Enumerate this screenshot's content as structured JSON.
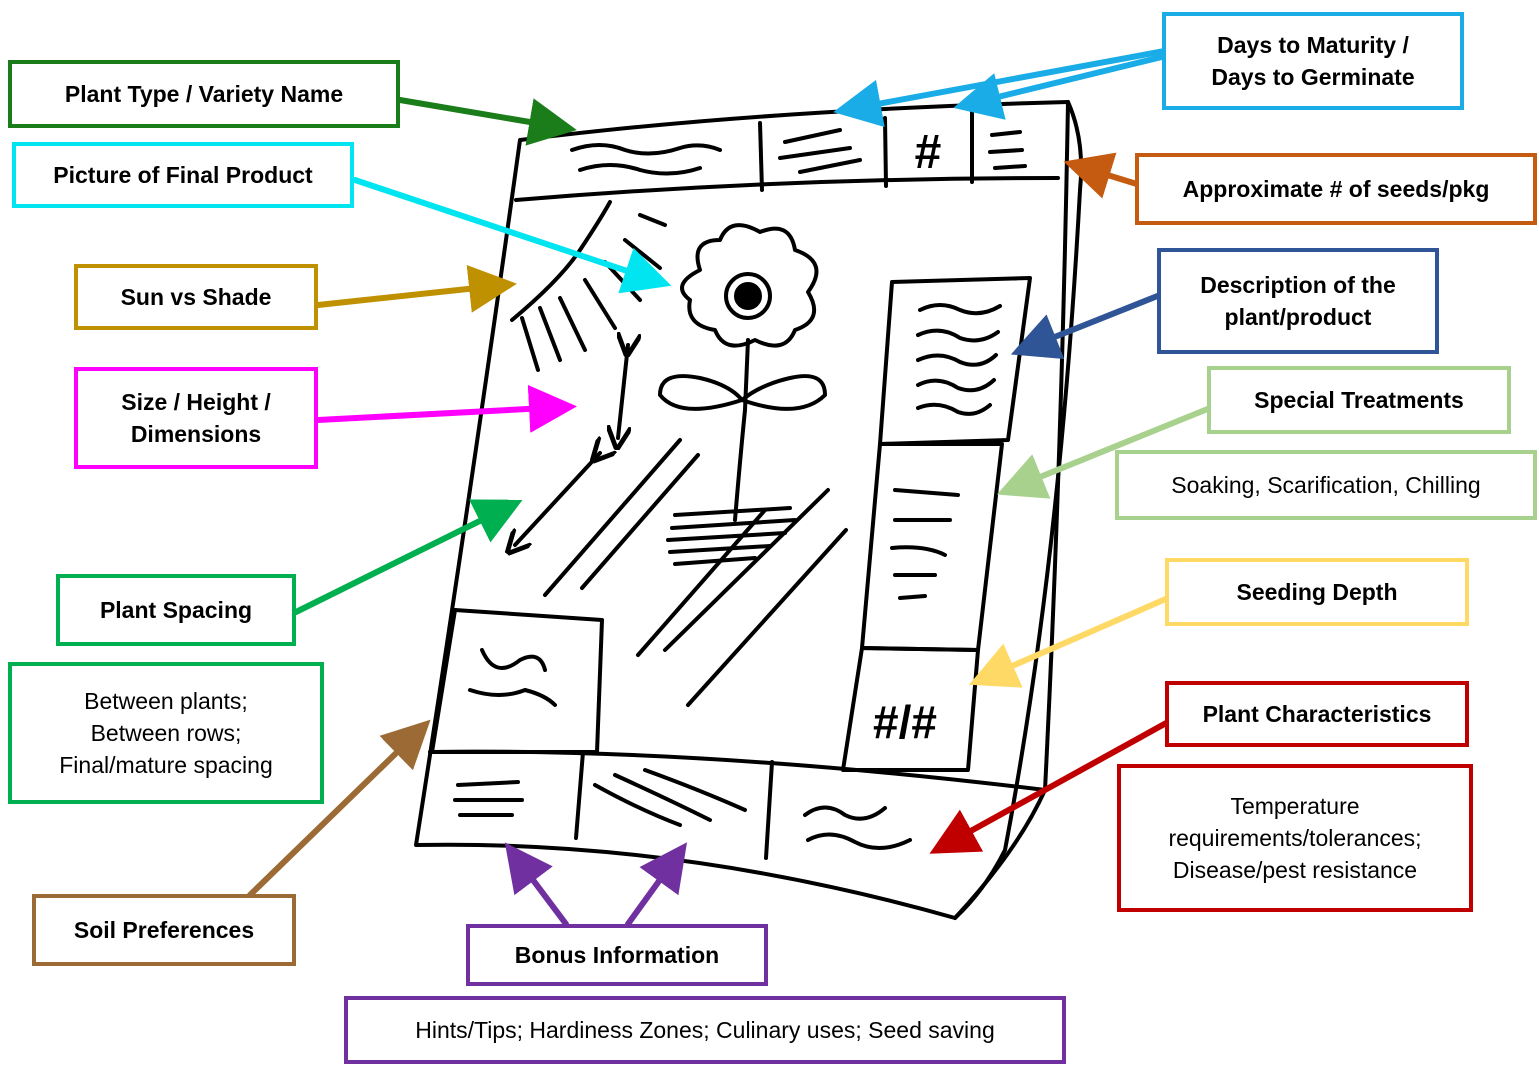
{
  "colors": {
    "plant_type": "#1a7d1a",
    "maturity": "#19ace6",
    "seeds": "#c55a11",
    "picture": "#00e5f0",
    "sun": "#bf9000",
    "description": "#2f5597",
    "size": "#ff00ff",
    "treatments": "#a9d18e",
    "spacing": "#00b050",
    "depth": "#ffd966",
    "characteristics": "#c00000",
    "soil": "#9c6b35",
    "bonus": "#7030a0"
  },
  "labels": {
    "plant_type": "Plant Type / Variety Name",
    "maturity_line1": "Days to Maturity /",
    "maturity_line2": "Days to Germinate",
    "seeds": "Approximate # of seeds/pkg",
    "picture": "Picture of Final Product",
    "sun": "Sun vs Shade",
    "description_line1": "Description of the",
    "description_line2": "plant/product",
    "size_line1": "Size / Height /",
    "size_line2": "Dimensions",
    "treatments": "Special Treatments",
    "spacing": "Plant Spacing",
    "depth": "Seeding Depth",
    "characteristics": "Plant Characteristics",
    "soil": "Soil Preferences",
    "bonus": "Bonus Information"
  },
  "details": {
    "treatments": "Soaking, Scarification, Chilling",
    "spacing_line1": "Between plants;",
    "spacing_line2": "Between rows;",
    "spacing_line3": "Final/mature spacing",
    "characteristics_line1": "Temperature",
    "characteristics_line2": "requirements/tolerances;",
    "characteristics_line3": "Disease/pest resistance",
    "bonus": "Hints/Tips; Hardiness Zones; Culinary uses; Seed saving"
  },
  "packet_glyphs": {
    "count": "#",
    "depth": "#/#"
  }
}
